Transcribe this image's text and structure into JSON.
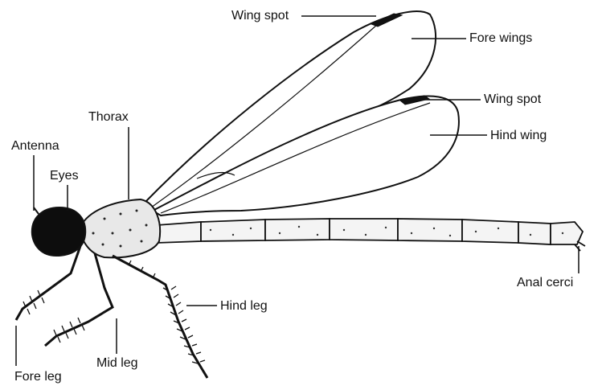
{
  "labels": {
    "wing_spot_fore": "Wing spot",
    "fore_wings": "Fore wings",
    "wing_spot_hind": "Wing spot",
    "hind_wing": "Hind wing",
    "thorax": "Thorax",
    "antenna": "Antenna",
    "eyes": "Eyes",
    "hind_leg": "Hind leg",
    "mid_leg": "Mid leg",
    "fore_leg": "Fore leg",
    "anal_cerci": "Anal cerci"
  }
}
